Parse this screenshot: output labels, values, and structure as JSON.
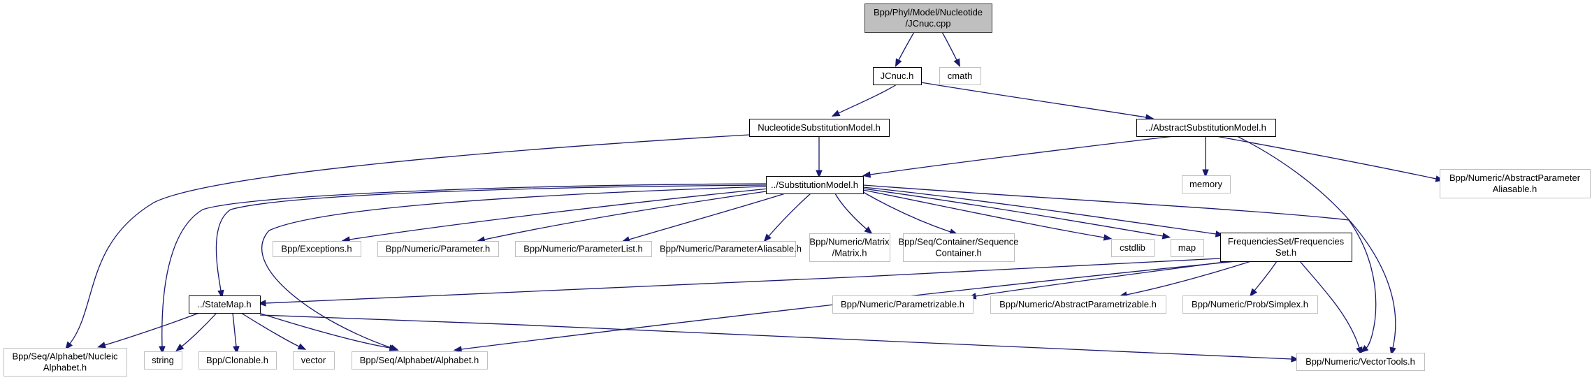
{
  "title": "Include dependency graph for Bpp/Phyl/Model/Nucleotide/JCnuc.cpp",
  "colors": {
    "edge": "#191970",
    "root_fill": "#bfbfbf",
    "root_border": "#404040",
    "documented_border": "#000000",
    "external_border": "#bfbfbf"
  },
  "nodes": [
    {
      "id": "root",
      "kind": "root",
      "lines": [
        "Bpp/Phyl/Model/Nucleotide",
        "/JCnuc.cpp"
      ]
    },
    {
      "id": "jcnuc",
      "kind": "local",
      "lines": [
        "JCnuc.h"
      ]
    },
    {
      "id": "cmath",
      "kind": "ext",
      "lines": [
        "cmath"
      ]
    },
    {
      "id": "nucsubst",
      "kind": "local",
      "lines": [
        "NucleotideSubstitutionModel.h"
      ]
    },
    {
      "id": "abssubst",
      "kind": "local",
      "lines": [
        "../AbstractSubstitutionModel.h"
      ]
    },
    {
      "id": "subst",
      "kind": "local",
      "lines": [
        "../SubstitutionModel.h"
      ]
    },
    {
      "id": "memory",
      "kind": "ext",
      "lines": [
        "memory"
      ]
    },
    {
      "id": "absparamalias",
      "kind": "ext",
      "lines": [
        "Bpp/Numeric/AbstractParameter",
        "Aliasable.h"
      ]
    },
    {
      "id": "exceptions",
      "kind": "ext",
      "lines": [
        "Bpp/Exceptions.h"
      ]
    },
    {
      "id": "parameter",
      "kind": "ext",
      "lines": [
        "Bpp/Numeric/Parameter.h"
      ]
    },
    {
      "id": "paramlist",
      "kind": "ext",
      "lines": [
        "Bpp/Numeric/ParameterList.h"
      ]
    },
    {
      "id": "paramalias",
      "kind": "ext",
      "lines": [
        "Bpp/Numeric/ParameterAliasable.h"
      ]
    },
    {
      "id": "matrix",
      "kind": "ext",
      "lines": [
        "Bpp/Numeric/Matrix",
        "/Matrix.h"
      ]
    },
    {
      "id": "seqcont",
      "kind": "ext",
      "lines": [
        "Bpp/Seq/Container/Sequence",
        "Container.h"
      ]
    },
    {
      "id": "cstdlib",
      "kind": "ext",
      "lines": [
        "cstdlib"
      ]
    },
    {
      "id": "map",
      "kind": "ext",
      "lines": [
        "map"
      ]
    },
    {
      "id": "freqset",
      "kind": "local",
      "lines": [
        "FrequenciesSet/Frequencies",
        "Set.h"
      ]
    },
    {
      "id": "statemap",
      "kind": "local",
      "lines": [
        "../StateMap.h"
      ]
    },
    {
      "id": "parametrizable",
      "kind": "ext",
      "lines": [
        "Bpp/Numeric/Parametrizable.h"
      ]
    },
    {
      "id": "absparametrizable",
      "kind": "ext",
      "lines": [
        "Bpp/Numeric/AbstractParametrizable.h"
      ]
    },
    {
      "id": "simplex",
      "kind": "ext",
      "lines": [
        "Bpp/Numeric/Prob/Simplex.h"
      ]
    },
    {
      "id": "nucalpha",
      "kind": "ext",
      "lines": [
        "Bpp/Seq/Alphabet/Nucleic",
        "Alphabet.h"
      ]
    },
    {
      "id": "string",
      "kind": "ext",
      "lines": [
        "string"
      ]
    },
    {
      "id": "clonable",
      "kind": "ext",
      "lines": [
        "Bpp/Clonable.h"
      ]
    },
    {
      "id": "vector",
      "kind": "ext",
      "lines": [
        "vector"
      ]
    },
    {
      "id": "alphabet",
      "kind": "ext",
      "lines": [
        "Bpp/Seq/Alphabet/Alphabet.h"
      ]
    },
    {
      "id": "vectortools",
      "kind": "ext",
      "lines": [
        "Bpp/Numeric/VectorTools.h"
      ]
    }
  ],
  "edges": [
    {
      "from": "root",
      "to": "jcnuc"
    },
    {
      "from": "root",
      "to": "cmath"
    },
    {
      "from": "jcnuc",
      "to": "nucsubst"
    },
    {
      "from": "jcnuc",
      "to": "abssubst"
    },
    {
      "from": "nucsubst",
      "to": "subst"
    },
    {
      "from": "nucsubst",
      "to": "nucalpha"
    },
    {
      "from": "abssubst",
      "to": "subst"
    },
    {
      "from": "abssubst",
      "to": "memory"
    },
    {
      "from": "abssubst",
      "to": "absparamalias"
    },
    {
      "from": "abssubst",
      "to": "vectortools"
    },
    {
      "from": "subst",
      "to": "exceptions"
    },
    {
      "from": "subst",
      "to": "parameter"
    },
    {
      "from": "subst",
      "to": "paramlist"
    },
    {
      "from": "subst",
      "to": "paramalias"
    },
    {
      "from": "subst",
      "to": "matrix"
    },
    {
      "from": "subst",
      "to": "seqcont"
    },
    {
      "from": "subst",
      "to": "cstdlib"
    },
    {
      "from": "subst",
      "to": "map"
    },
    {
      "from": "subst",
      "to": "freqset"
    },
    {
      "from": "subst",
      "to": "statemap"
    },
    {
      "from": "subst",
      "to": "string"
    },
    {
      "from": "subst",
      "to": "alphabet"
    },
    {
      "from": "subst",
      "to": "vectortools"
    },
    {
      "from": "freqset",
      "to": "statemap"
    },
    {
      "from": "freqset",
      "to": "parametrizable"
    },
    {
      "from": "freqset",
      "to": "absparametrizable"
    },
    {
      "from": "freqset",
      "to": "simplex"
    },
    {
      "from": "freqset",
      "to": "alphabet"
    },
    {
      "from": "freqset",
      "to": "vectortools"
    },
    {
      "from": "statemap",
      "to": "nucalpha"
    },
    {
      "from": "statemap",
      "to": "string"
    },
    {
      "from": "statemap",
      "to": "clonable"
    },
    {
      "from": "statemap",
      "to": "vector"
    },
    {
      "from": "statemap",
      "to": "alphabet"
    },
    {
      "from": "statemap",
      "to": "vectortools"
    }
  ]
}
